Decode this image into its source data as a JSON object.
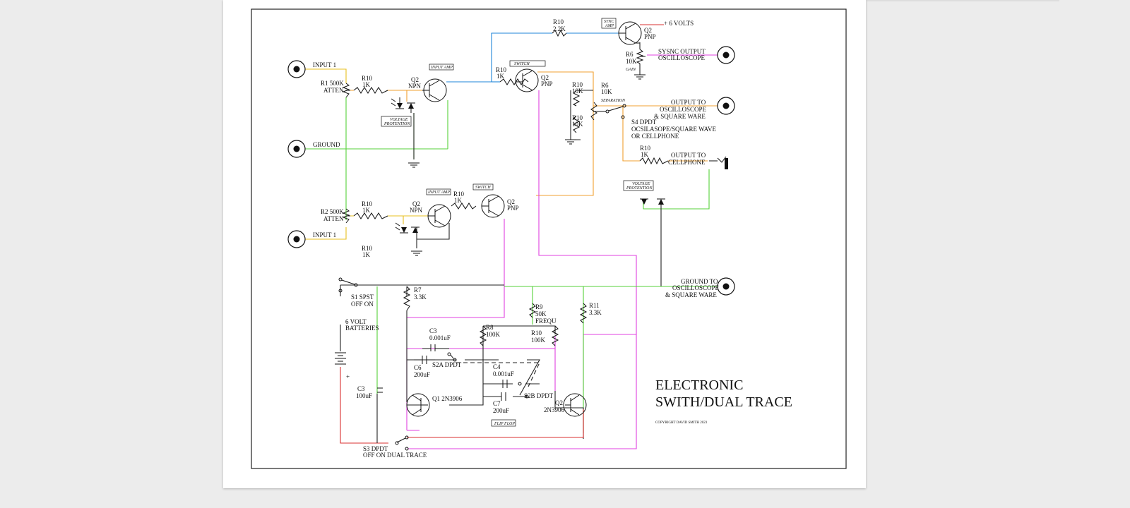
{
  "diagram": {
    "title_line1": "ELECTRONIC",
    "title_line2": "SWITH/DUAL TRACE",
    "copyright": "COPYRIGHT DAVID SMITH 2023",
    "jacks": {
      "input1_top": "INPUT 1",
      "ground": "GROUND",
      "input1_bottom": "INPUT 1",
      "sync_output_1": "SYSNC OUTPUT",
      "sync_output_2": "OSCILLOSCOPE",
      "out_osc_1": "OUTPUT TO",
      "out_osc_2": "OSCILLOSCOPE",
      "out_osc_3": "& SQUARE WARE",
      "out_cell_1": "OUTPUT TO",
      "out_cell_2": "CELLPHONE",
      "gnd_osc_1": "GROUND TO",
      "gnd_osc_2": "OSCILLOSCOPE",
      "gnd_osc_3": "& SQUARE WARE",
      "supply": "+ 6 VOLTS"
    },
    "components": {
      "r1_name": "R1 500K",
      "r1_desc": "ATTEN",
      "r2_name": "R2 500K",
      "r2_desc": "ATTEN",
      "r10": "R10",
      "r10_1k": "1K",
      "r10_10k": "10K",
      "r10_2_2k": "2.2K",
      "r10_100k": "100K",
      "r6": "R6",
      "r6_10k": "10K",
      "r6_gain": "GAIN",
      "r6_sep": "SEPARATION",
      "q2": "Q2",
      "npn": "NPN",
      "pnp": "PNP",
      "sync_amp_1": "SYNC",
      "sync_amp_2": "AMP",
      "input_amp": "INPUT AMP",
      "switch": "SWITCH",
      "volt_prot_1": "VOLTAGE",
      "volt_prot_2": "PROTENTION",
      "s4_1": "S4  DPDT",
      "s4_2": "OCSILASOPE/SQUARE WAVE",
      "s4_3": "OR  CELLPHONE",
      "s1_1": "S1  SPST",
      "s1_2": "OFF ON",
      "batt_1": "6 VOLT",
      "batt_2": "BATTERIES",
      "plus": "+",
      "r7": "R7",
      "r7_val": "3.3K",
      "r9": "R9",
      "r9_val": "50K",
      "r9_desc": "FREQU",
      "r8": "R8",
      "r8_val": "100K",
      "r11": "R11",
      "r11_val": "3.3K",
      "c3": "C3",
      "c3_val": "0.001uF",
      "c3b_val": "100uF",
      "c6": "C6",
      "c6_val": "200uF",
      "s2a": "S2A DPDT",
      "c4": "C4",
      "c4_val": "0.001uF",
      "s2b": "S2B DPDT",
      "c7": "C7",
      "c7_val": "200uF",
      "q1": "Q1 2N3906",
      "q2_2n": "2N3906",
      "flip_flop": "FLIP FLOP",
      "s3_1": "S3  DPDT",
      "s3_2": "OFF ON DUAL TRACE"
    }
  }
}
